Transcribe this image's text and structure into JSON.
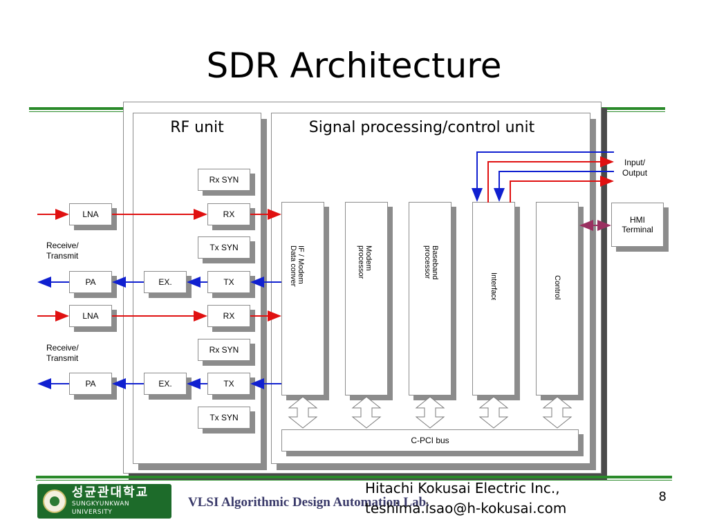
{
  "slide": {
    "title": "SDR Architecture",
    "page_number": "8"
  },
  "units": {
    "rf_unit": "RF unit",
    "signal_unit": "Signal processing/control unit"
  },
  "rf_blocks": {
    "rx_syn_1": "Rx SYN",
    "rx_1": "RX",
    "tx_syn_1": "Tx SYN",
    "tx_1": "TX",
    "ex_1": "EX.",
    "rx_2": "RX",
    "rx_syn_2": "Rx SYN",
    "tx_2": "TX",
    "ex_2": "EX.",
    "tx_syn_2": "Tx SYN"
  },
  "front_end": {
    "lna_1": "LNA",
    "pa_1": "PA",
    "lna_2": "LNA",
    "pa_2": "PA",
    "receive_transmit_1": "Receive/\nTransmit",
    "receive_transmit_2": "Receive/\nTransmit"
  },
  "processing_columns": [
    "IF / Modem\nData convert.",
    "Modem\nprocessor",
    "Baseband\nprocessor",
    "Interface",
    "Control"
  ],
  "bus": {
    "label": "C-PCI bus"
  },
  "io": {
    "input_output": "Input/\nOutput",
    "hmi_terminal": "HMI\nTerminal"
  },
  "footer": {
    "company": "Hitachi Kokusai Electric Inc.,",
    "email": "teshima.isao@h-kokusai.com",
    "lab": "VLSI Algorithmic Design Automation Lab.",
    "university_kr": "성균관대학교",
    "university_en": "SUNGKYUNKWAN UNIVERSITY"
  },
  "colors": {
    "rule_green": "#2a8a2a",
    "arrow_red": "#e01010",
    "arrow_blue": "#1020d0",
    "arrow_purple": "#9a3060",
    "shadow_gray": "#8c8c8c"
  }
}
